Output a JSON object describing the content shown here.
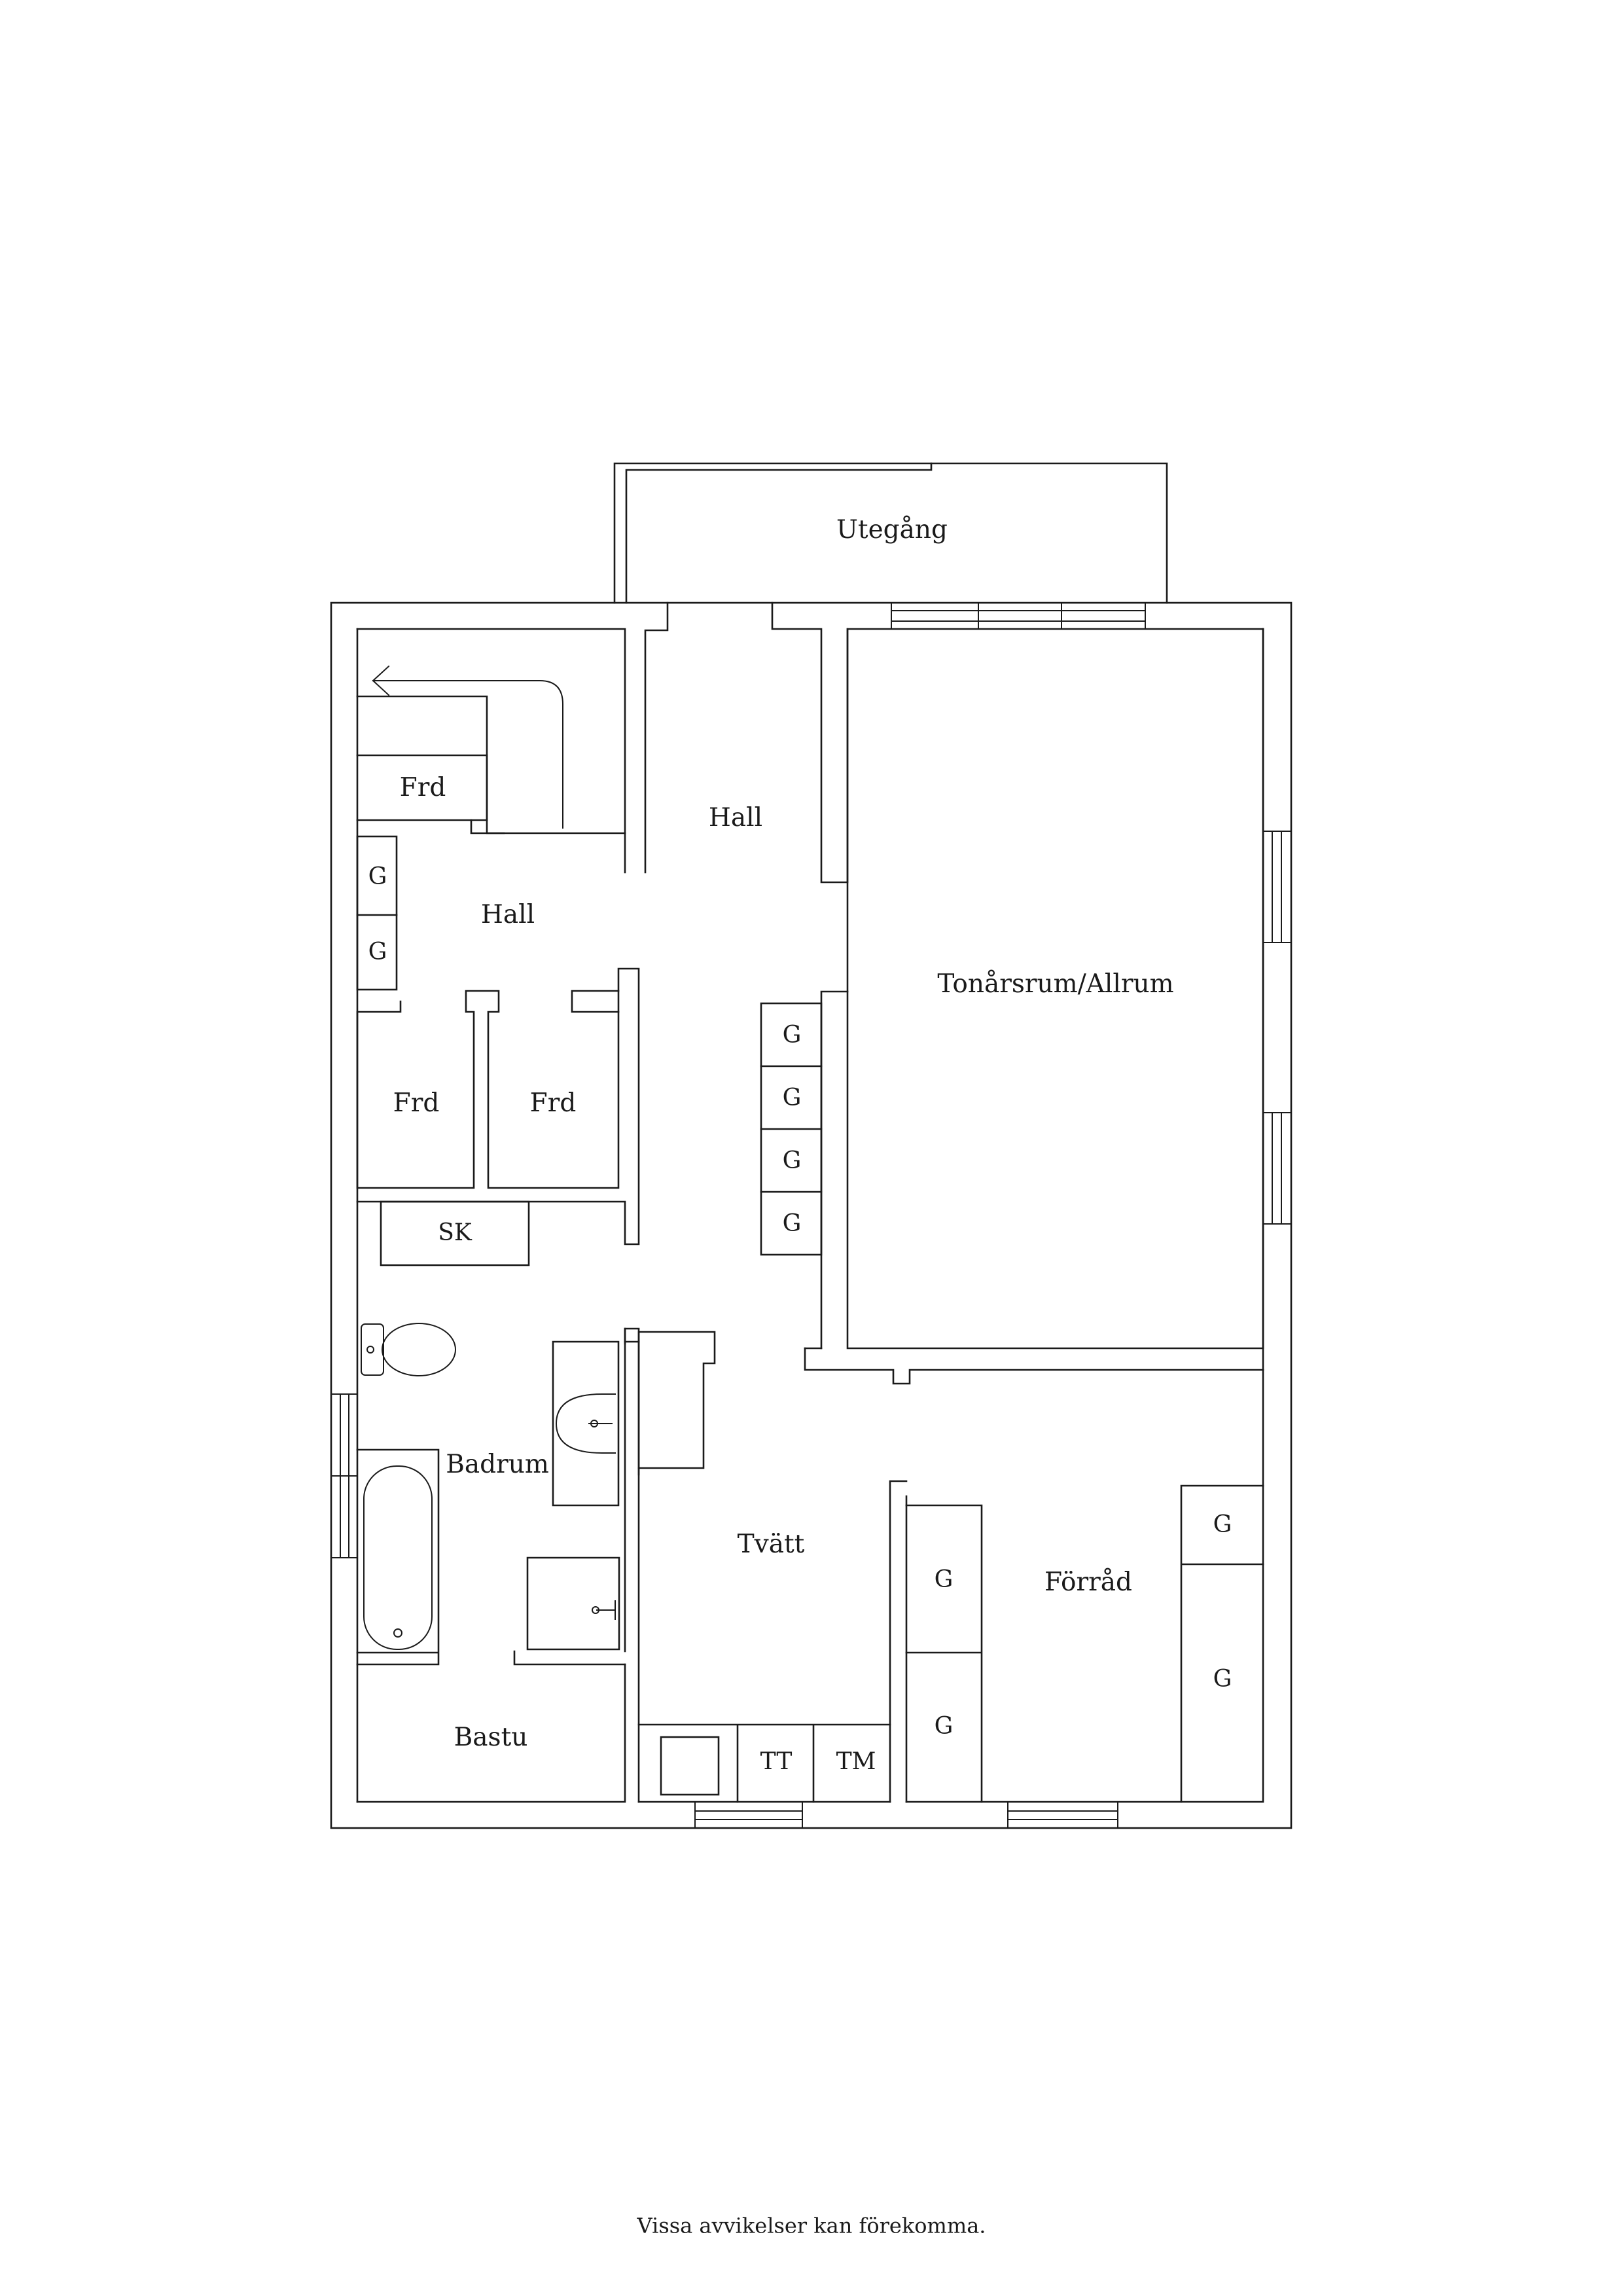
{
  "rooms": {
    "utegang": "Utegång",
    "hall_1": "Hall",
    "hall_2": "Hall",
    "frd_1": "Frd",
    "frd_2": "Frd",
    "frd_3": "Frd",
    "tonarsrum": "Tonårsrum/Allrum",
    "badrum": "Badrum",
    "bastu": "Bastu",
    "tvatt": "Tvätt",
    "forrad": "Förråd"
  },
  "fixtures": {
    "g": "G",
    "sk": "SK",
    "tt": "TT",
    "tm": "TM"
  },
  "footer": {
    "disclaimer": "Vissa avvikelser kan förekomma."
  },
  "icons": [
    "stair-arrow-icon",
    "toilet-icon",
    "sink-icon",
    "bathtub-icon",
    "shower-icon",
    "window-icon"
  ]
}
